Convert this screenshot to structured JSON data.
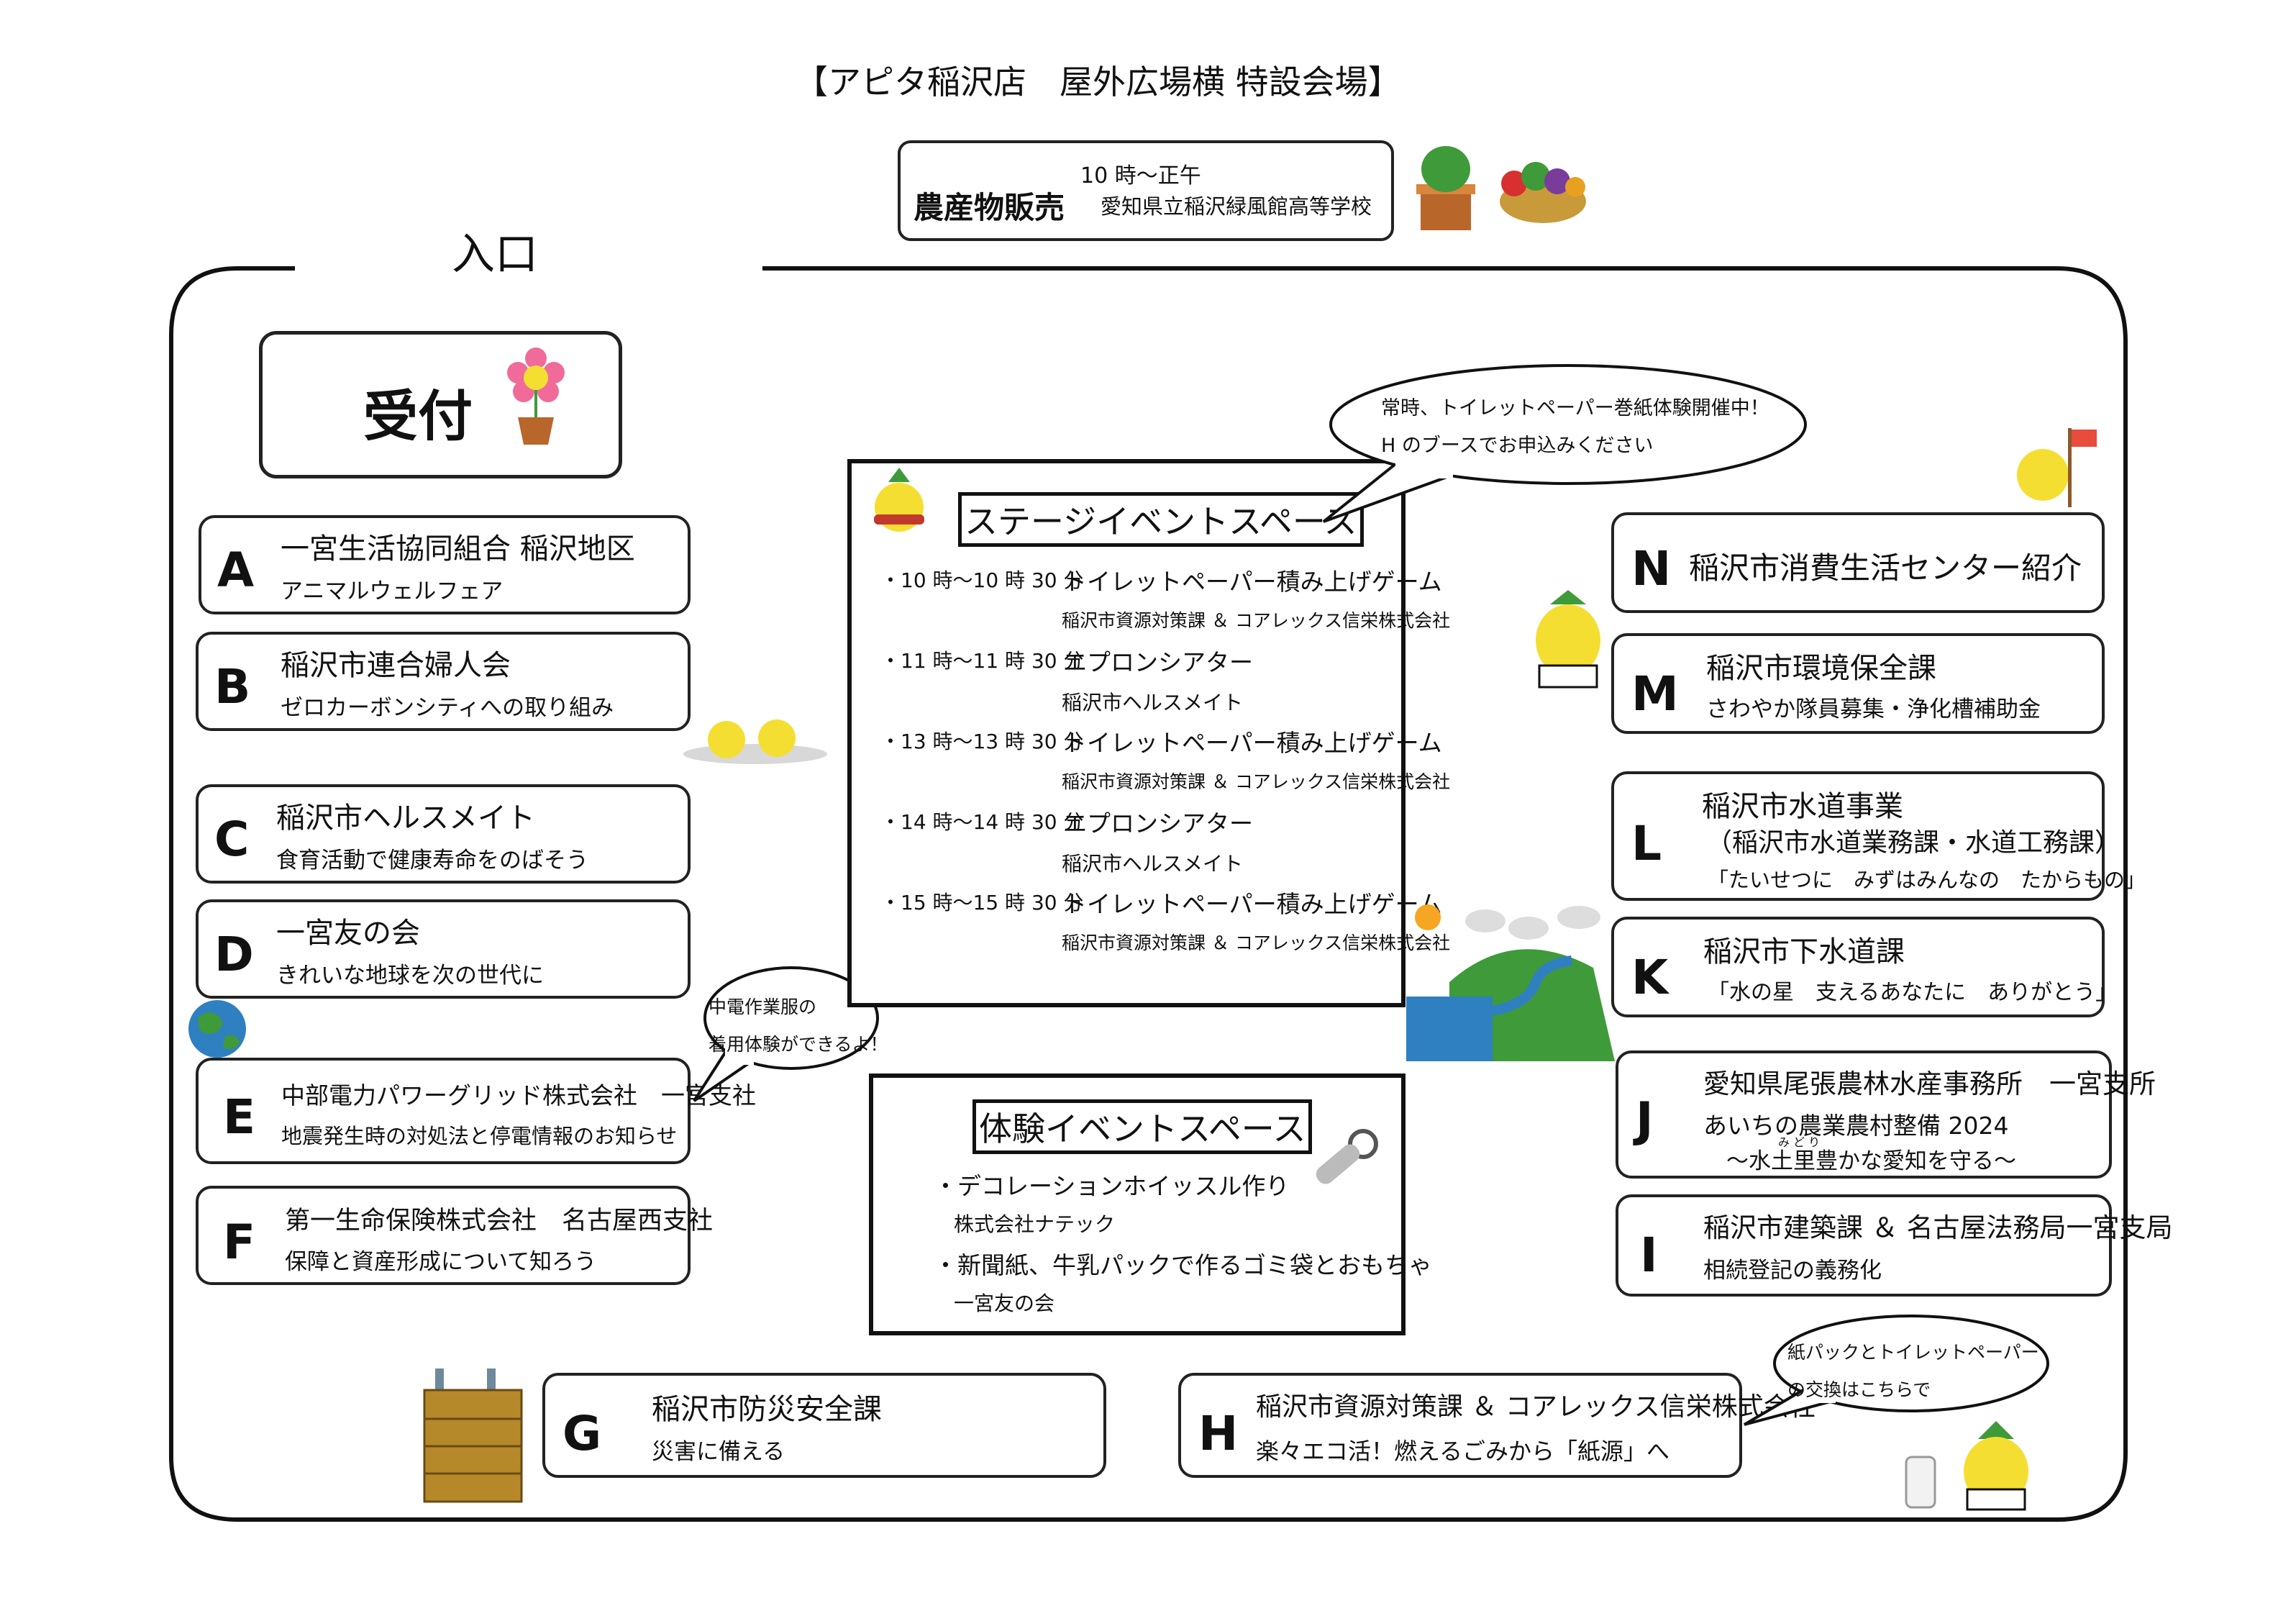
{
  "header": {
    "title": "【アピタ稲沢店　屋外広場横 特設会場】",
    "entrance": "入口"
  },
  "farm": {
    "time": "10 時～正午",
    "title": "農産物販売",
    "org": "愛知県立稲沢緑風館高等学校"
  },
  "reception": "受付",
  "booths_left": [
    {
      "letter": "A",
      "name": "一宮生活協同組合 稲沢地区",
      "desc": "アニマルウェルフェア"
    },
    {
      "letter": "B",
      "name": "稲沢市連合婦人会",
      "desc": "ゼロカーボンシティへの取り組み"
    },
    {
      "letter": "C",
      "name": "稲沢市ヘルスメイト",
      "desc": "食育活動で健康寿命をのばそう"
    },
    {
      "letter": "D",
      "name": "一宮友の会",
      "desc": "きれいな地球を次の世代に"
    },
    {
      "letter": "E",
      "name": "中部電力パワーグリッド株式会社　一宮支社",
      "desc": "地震発生時の対処法と停電情報のお知らせ"
    },
    {
      "letter": "F",
      "name": "第一生命保険株式会社　名古屋西支社",
      "desc": "保障と資産形成について知ろう"
    }
  ],
  "booths_right": {
    "N": {
      "letter": "N",
      "name": "稲沢市消費生活センター紹介"
    },
    "M": {
      "letter": "M",
      "name": "稲沢市環境保全課",
      "desc": "さわやか隊員募集・浄化槽補助金"
    },
    "L": {
      "letter": "L",
      "name": "稲沢市水道事業",
      "sub": "（稲沢市水道業務課・水道工務課）",
      "desc": "「たいせつに　みずはみんなの　たからもの」"
    },
    "K": {
      "letter": "K",
      "name": "稲沢市下水道課",
      "desc": "「水の星　支えるあなたに　ありがとう」"
    },
    "J": {
      "letter": "J",
      "name": "愛知県尾張農林水産事務所　一宮支所",
      "desc": "あいちの農業農村整備 2024",
      "desc2": "～水土里豊かな愛知を守る～",
      "ruby": "み ど り"
    },
    "I": {
      "letter": "I",
      "name": "稲沢市建築課 ＆ 名古屋法務局一宮支局",
      "desc": "相続登記の義務化"
    }
  },
  "booths_bottom": {
    "G": {
      "letter": "G",
      "name": "稲沢市防災安全課",
      "desc": "災害に備える"
    },
    "H": {
      "letter": "H",
      "name": "稲沢市資源対策課 ＆ コアレックス信栄株式会社",
      "desc": "楽々エコ活！燃えるごみから「紙源」へ"
    }
  },
  "stage": {
    "title": "ステージイベントスペース",
    "events": [
      {
        "time": "・10 時～10 時 30 分",
        "title": "トイレットペーパー積み上げゲーム",
        "org": "稲沢市資源対策課 ＆ コアレックス信栄株式会社"
      },
      {
        "time": "・11 時～11 時 30 分",
        "title": "エプロンシアター",
        "org": "稲沢市ヘルスメイト"
      },
      {
        "time": "・13 時～13 時 30 分",
        "title": "トイレットペーパー積み上げゲーム",
        "org": "稲沢市資源対策課 ＆ コアレックス信栄株式会社"
      },
      {
        "time": "・14 時～14 時 30 分",
        "title": "エプロンシアター",
        "org": "稲沢市ヘルスメイト"
      },
      {
        "time": "・15 時～15 時 30 分",
        "title": "トイレットペーパー積み上げゲーム",
        "org": "稲沢市資源対策課 ＆ コアレックス信栄株式会社"
      }
    ]
  },
  "experience": {
    "title": "体験イベントスペース",
    "items": [
      {
        "title": "・デコレーションホイッスル作り",
        "org": "株式会社ナテック"
      },
      {
        "title": "・新聞紙、牛乳パックで作るゴミ袋とおもちゃ",
        "org": "一宮友の会"
      }
    ]
  },
  "bubbles": {
    "toilet": {
      "line1": "常時、トイレットペーパー巻紙体験開催中！",
      "line2": "H のブースでお申込みください"
    },
    "chuden": {
      "line1": "中電作業服の",
      "line2": "着用体験ができるよ！"
    },
    "paper": {
      "line1": "紙パックとトイレットペーパー",
      "line2": "の交換はこちらで"
    }
  },
  "colors": {
    "border": "#222222",
    "flower": "#f06b9a",
    "green": "#3f9a3a",
    "water": "#2f80c0",
    "yellow": "#f5de32"
  }
}
